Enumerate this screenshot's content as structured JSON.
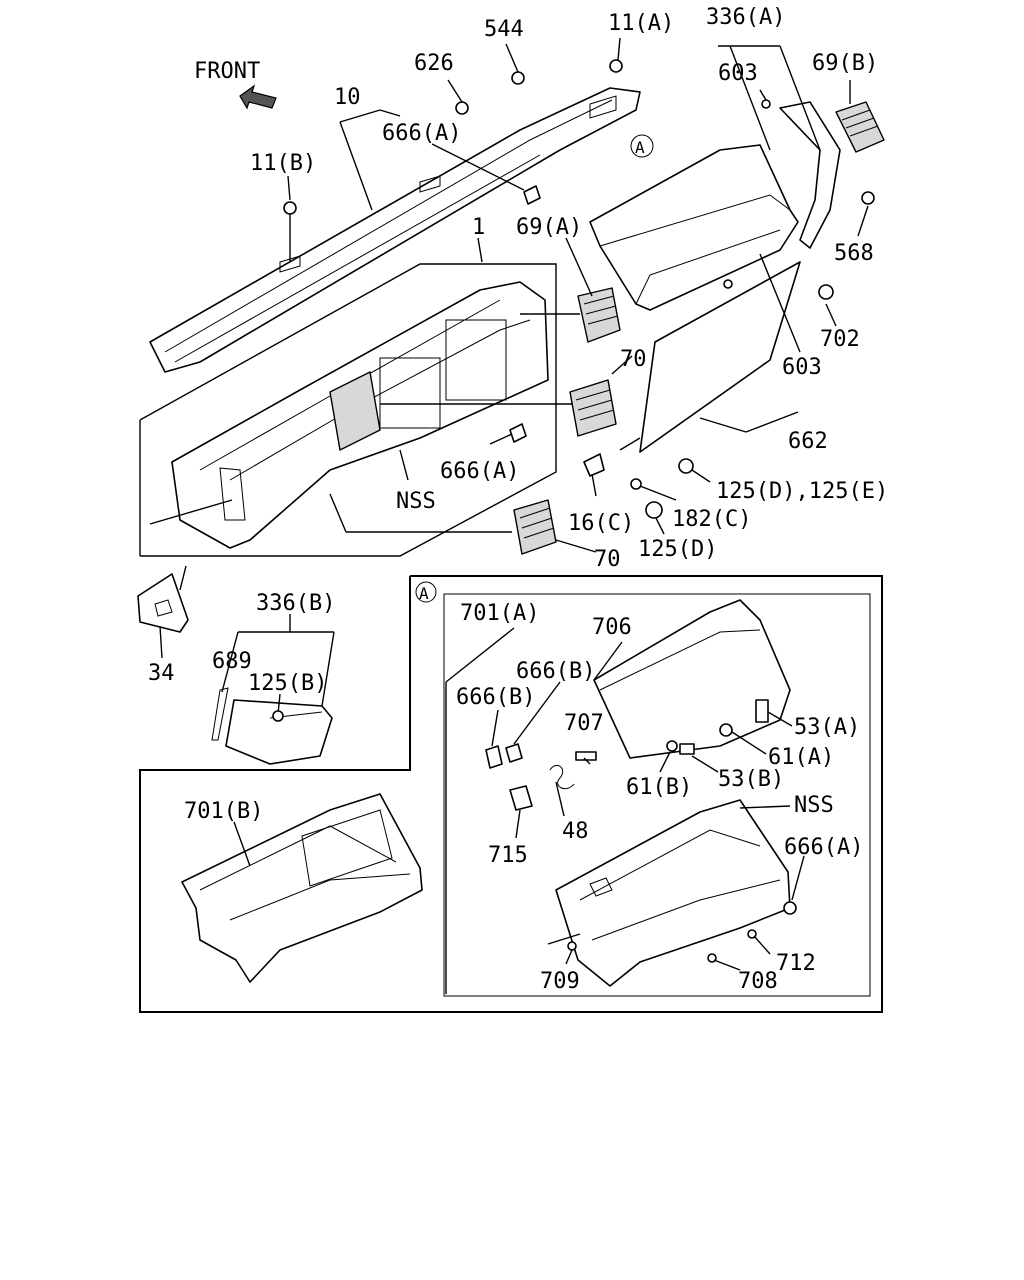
{
  "front_label": "FRONT",
  "circle_a": "A",
  "callouts": {
    "c544": "544",
    "c11a": "11(A)",
    "c336a": "336(A)",
    "c626": "626",
    "c603_top": "603",
    "c69b": "69(B)",
    "c10": "10",
    "c666a_top": "666(A)",
    "c11b": "11(B)",
    "c568": "568",
    "c69a": "69(A)",
    "c1": "1",
    "c702": "702",
    "c603_mid": "603",
    "c70_mid": "70",
    "c662": "662",
    "c666a_mid": "666(A)",
    "cnss_top": "NSS",
    "c125de": "125(D),125(E)",
    "c16c": "16(C)",
    "c182c": "182(C)",
    "c125d": "125(D)",
    "c70_low": "70",
    "c336b": "336(B)",
    "c34": "34",
    "c689": "689",
    "c125b": "125(B)",
    "c701a": "701(A)",
    "c706": "706",
    "c666b_1": "666(B)",
    "c666b_2": "666(B)",
    "c707": "707",
    "c53a": "53(A)",
    "c61a": "61(A)",
    "c61b": "61(B)",
    "c53b": "53(B)",
    "c48": "48",
    "c715": "715",
    "cnss_low": "NSS",
    "c666a_low": "666(A)",
    "c701b": "701(B)",
    "c712": "712",
    "c709": "709",
    "c708": "708"
  }
}
